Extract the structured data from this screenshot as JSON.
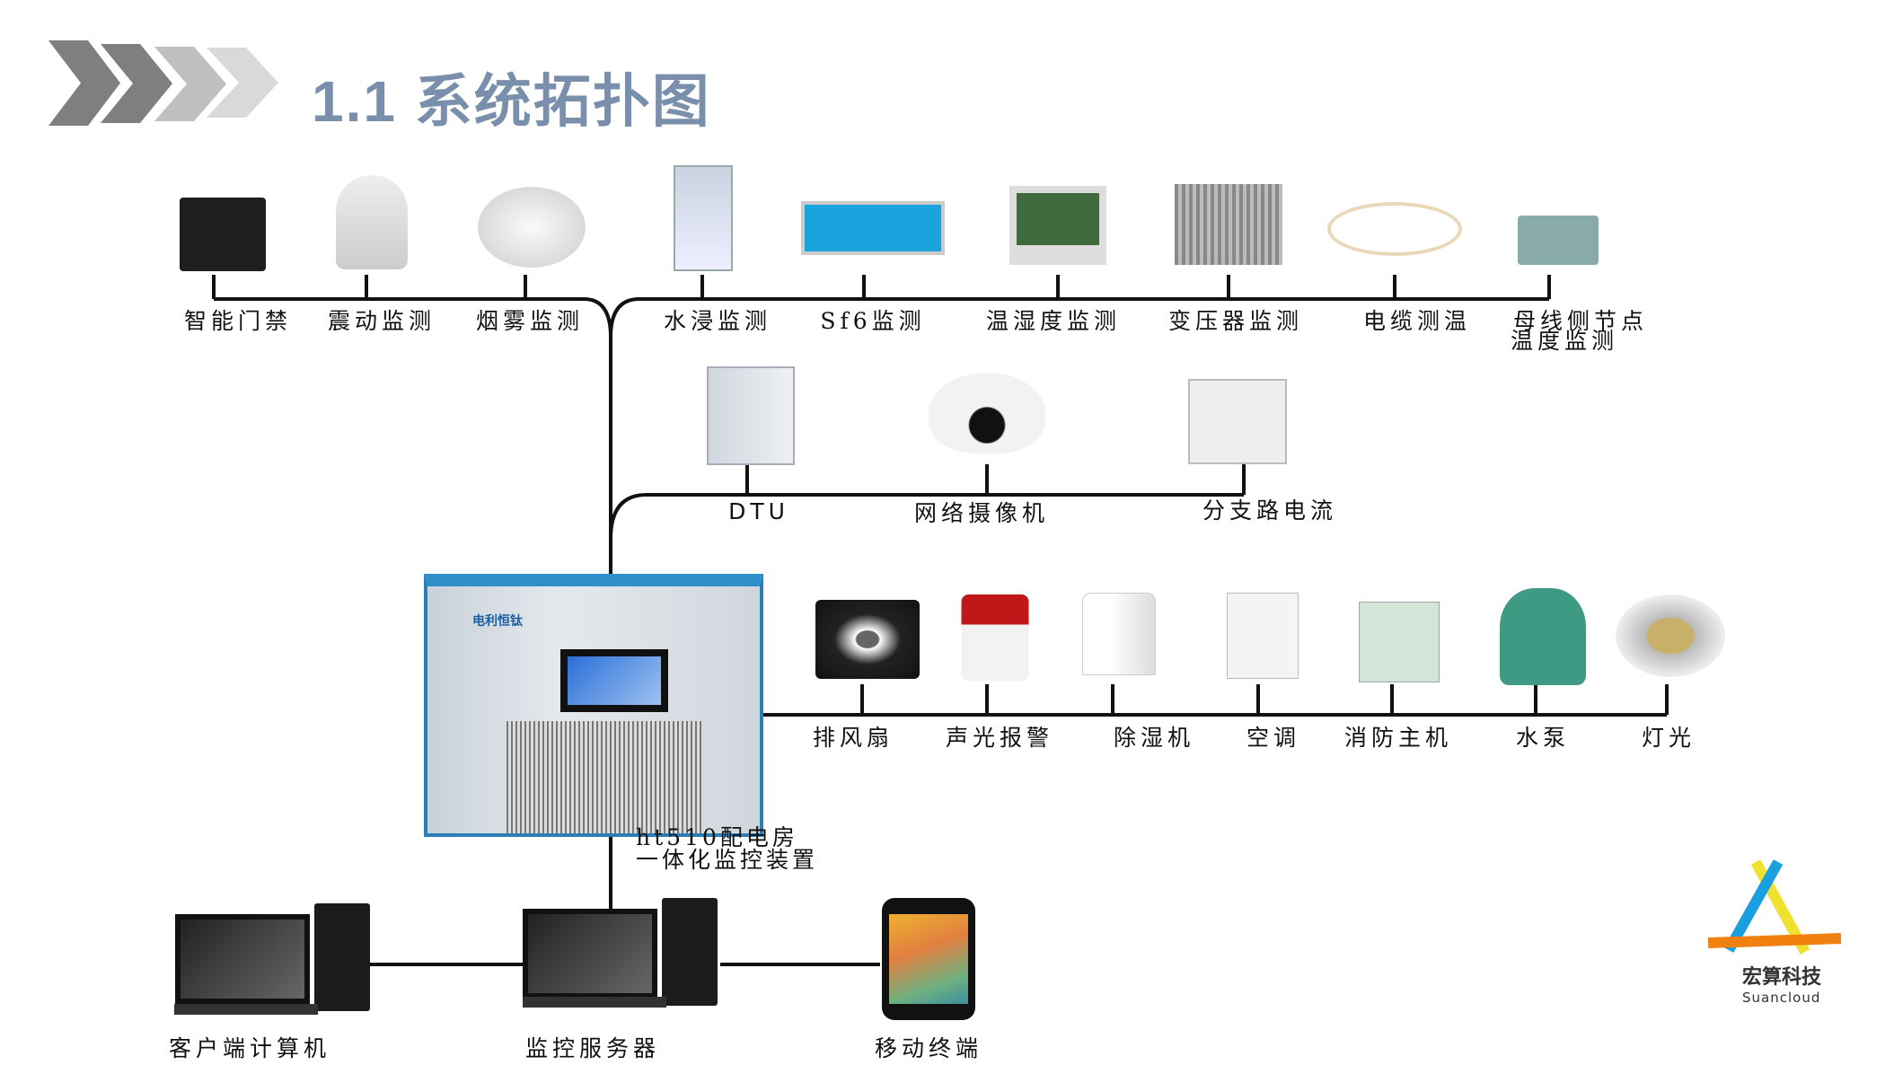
{
  "title": "1.1 系统拓扑图",
  "top_devices": [
    "智能门禁",
    "震动监测",
    "烟雾监测",
    "水浸监测",
    "Sf6监测",
    "温湿度监测",
    "变压器监测",
    "电缆测温",
    "母线侧节点",
    "温度监测"
  ],
  "mid_devices": [
    "DTU",
    "网络摄像机",
    "分支路电流"
  ],
  "cabinet": {
    "line1": "ht510配电房",
    "line2": "一体化监控装置",
    "brand": "电利恒钛"
  },
  "right_devices": [
    "排风扇",
    "声光报警",
    "除湿机",
    "空调",
    "消防主机",
    "水泵",
    "灯光"
  ],
  "bottom_devices": [
    "客户端计算机",
    "监控服务器",
    "移动终端"
  ],
  "logo": {
    "name": "宏算科技",
    "sub": "Suancloud"
  },
  "colors": {
    "title": "#7a8fab",
    "cabinet_border": "#2a7fb8"
  }
}
